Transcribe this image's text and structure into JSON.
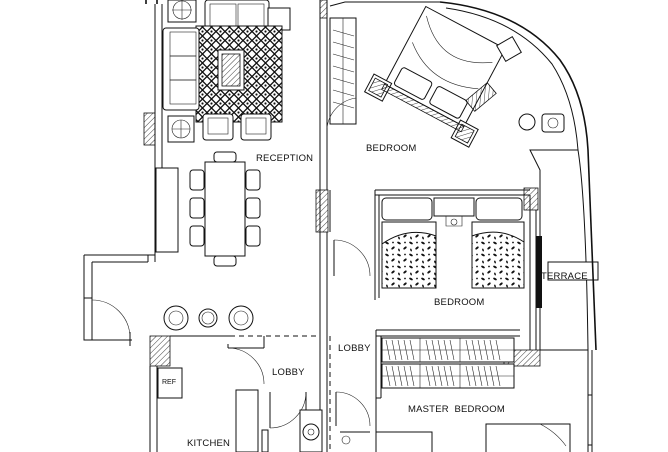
{
  "plan": {
    "rooms": {
      "reception": "RECEPTION",
      "bedroom_top": "BEDROOM",
      "bedroom_mid": "BEDROOM",
      "terrace": "TERRACE",
      "lobby_center": "LOBBY",
      "lobby_left": "LOBBY",
      "master_bedroom": "MASTER  BEDROOM",
      "kitchen": "KITCHEN",
      "ref": "REF"
    }
  }
}
